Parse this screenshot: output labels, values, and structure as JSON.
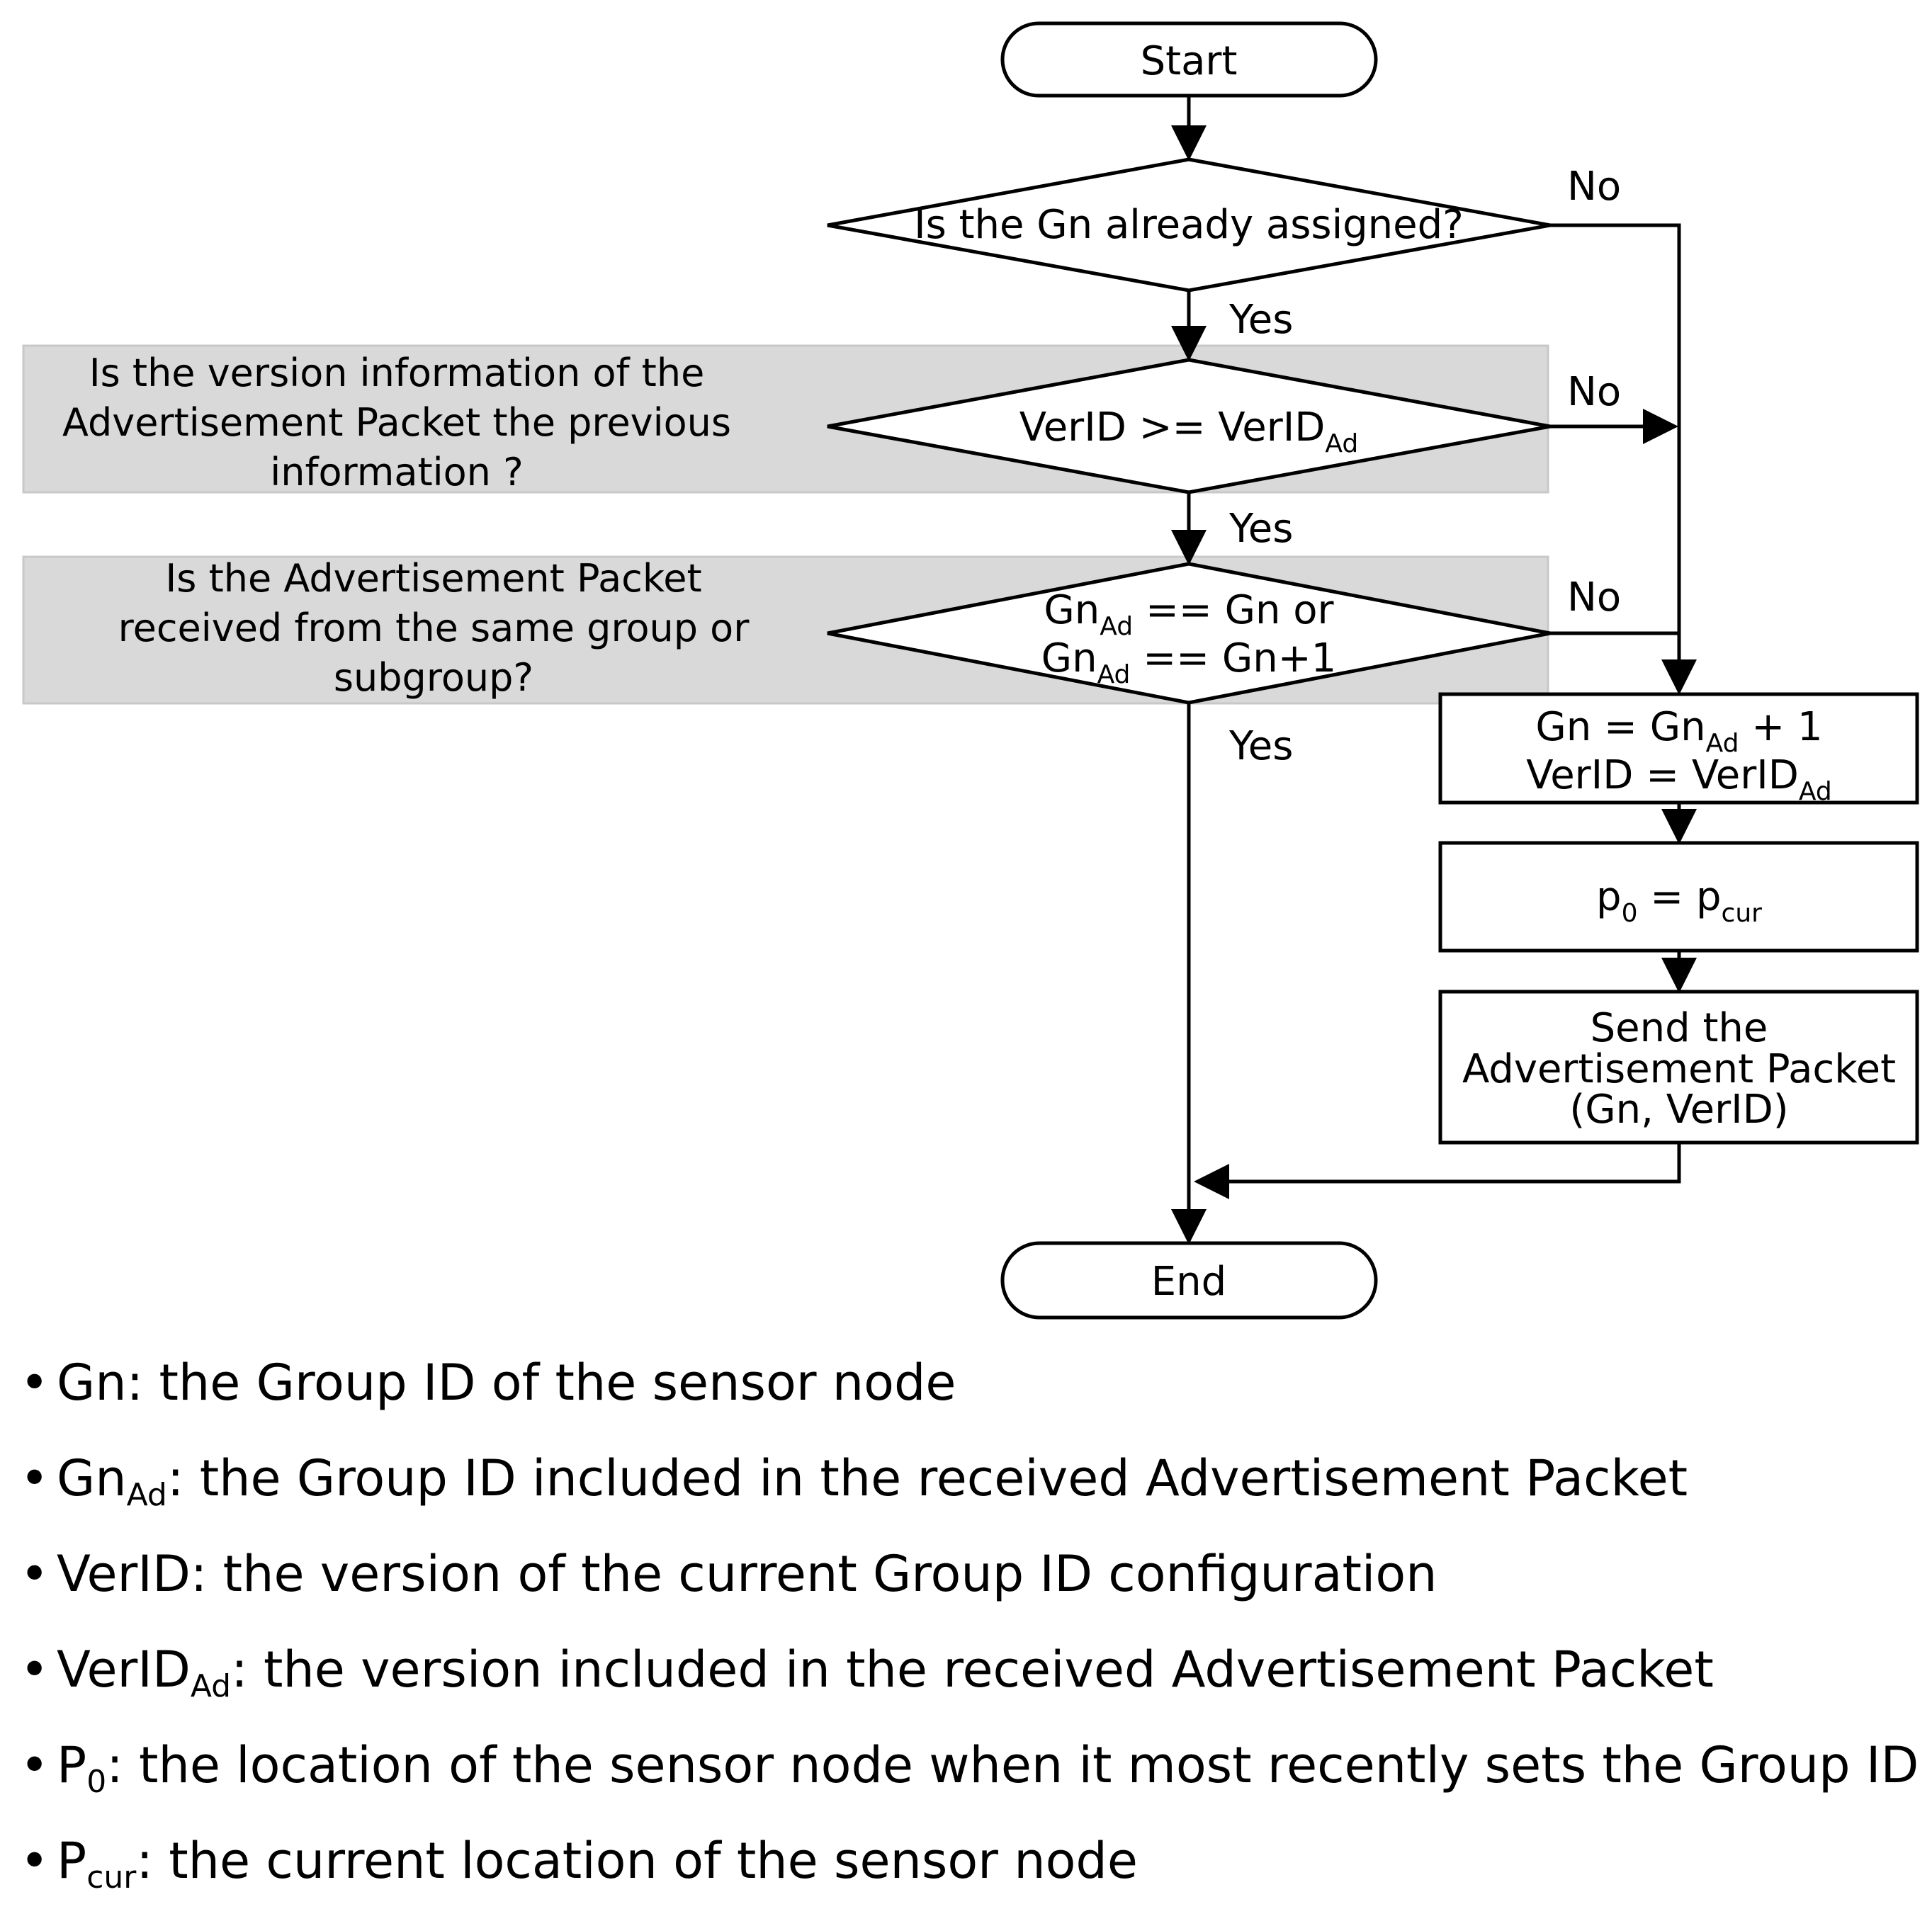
{
  "flow": {
    "start": "Start",
    "end": "End",
    "decision1": "Is the Gn already assigned?",
    "decision2": {
      "base": "VerID >= VerID",
      "sub": "Ad"
    },
    "decision3": {
      "line1_base": "Gn",
      "line1_sub": "Ad",
      "line1_rest": " == Gn or",
      "line2_base": "Gn",
      "line2_sub": "Ad",
      "line2_rest": " == Gn+1"
    },
    "side_note1": [
      "Is the version information of the",
      "Advertisement Packet the previous",
      "information ?"
    ],
    "side_note2": [
      "Is the Advertisement Packet",
      "received from the same group or",
      "subgroup?"
    ],
    "yes": "Yes",
    "no": "No",
    "process1": {
      "line1_a": "Gn = Gn",
      "line1_sub": "Ad",
      "line1_b": " + 1",
      "line2_a": "VerID = VerID",
      "line2_sub": "Ad"
    },
    "process2": {
      "a": "p",
      "a_sub": "0",
      "b": " = p",
      "b_sub": "cur"
    },
    "process3": [
      "Send the",
      "Advertisement Packet",
      "(Gn, VerID)"
    ]
  },
  "legend": [
    {
      "term": "Gn",
      "sub": "",
      "text": ": the Group ID of the sensor node"
    },
    {
      "term": "Gn",
      "sub": "Ad",
      "text": ": the Group ID included in the received Advertisement Packet"
    },
    {
      "term": "VerID",
      "sub": "",
      "text": ": the version of the current Group ID configuration"
    },
    {
      "term": "VerID",
      "sub": "Ad",
      "text": ": the version included in the received Advertisement Packet"
    },
    {
      "term": "P",
      "sub": "0",
      "text": ": the location of the sensor node when it most recently sets the Group ID"
    },
    {
      "term": "P",
      "sub": "cur",
      "text": ": the current location of the sensor node"
    }
  ]
}
